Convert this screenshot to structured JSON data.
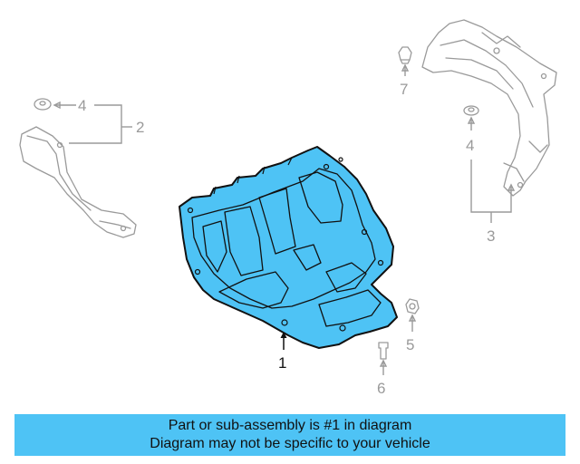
{
  "diagram": {
    "callouts": {
      "part_1": "1",
      "part_2": "2",
      "part_3": "3",
      "part_4_left": "4",
      "part_4_right": "4",
      "part_5": "5",
      "part_6": "6",
      "part_7": "7"
    },
    "highlight_color": "#4ec3f5",
    "outline_color": "#111111",
    "ghost_color": "#9a9a9a"
  },
  "banner": {
    "line1": "Part or sub-assembly is #1 in diagram",
    "line2": "Diagram may not be specific to your vehicle",
    "background": "#4ec3f5"
  }
}
